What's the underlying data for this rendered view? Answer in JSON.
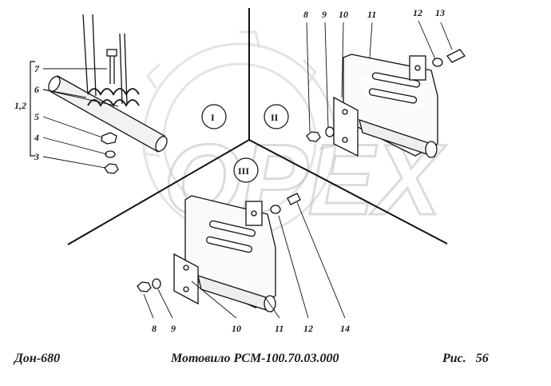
{
  "watermark": "OPEX",
  "sections": [
    "I",
    "II",
    "III"
  ],
  "callouts": {
    "top_left": [
      "7",
      "6",
      "5",
      "4",
      "3"
    ],
    "group": "1,2",
    "top_right": [
      "8",
      "9",
      "10",
      "11",
      "12",
      "13"
    ],
    "bottom": [
      "8",
      "9",
      "10",
      "11",
      "12",
      "14"
    ]
  },
  "footer": {
    "model": "Дон-680",
    "title": "Мотовило РСМ-100.70.03.000",
    "figure": "Рис.   56"
  }
}
